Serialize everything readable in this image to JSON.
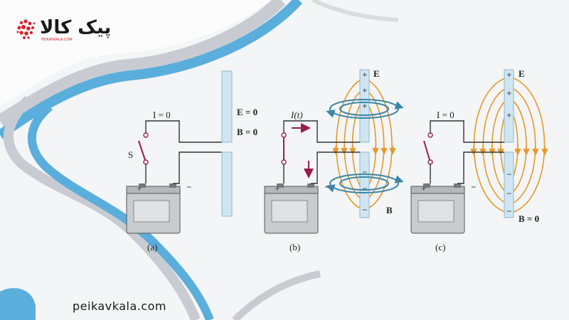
{
  "brand": {
    "logo_text": "پیک کالا",
    "tagline": "PEIKAVKALA.COM",
    "website": "peikavkala.com"
  },
  "figure": {
    "panels": [
      {
        "id": "a",
        "caption": "(a)",
        "current_label": "I = 0",
        "switch_label": "S",
        "field_e": "E = 0",
        "field_b": "B = 0"
      },
      {
        "id": "b",
        "caption": "(b)",
        "current_label": "I(t)",
        "field_e": "E",
        "field_b": "B"
      },
      {
        "id": "c",
        "caption": "(c)",
        "current_label": "I = 0",
        "field_e": "E",
        "field_b": "B = 0"
      }
    ],
    "battery_plus": "+",
    "battery_minus": "−",
    "plate_plus": "+",
    "plate_minus": "−"
  },
  "colors": {
    "wave_blue": "#5aaedc",
    "wave_gray": "#c8ccd2",
    "plate": "#cfe6f2",
    "efield": "#e39a28",
    "bfield": "#3b86a8",
    "current_arrow": "#9b1c46",
    "logo_red": "#d0242e"
  }
}
